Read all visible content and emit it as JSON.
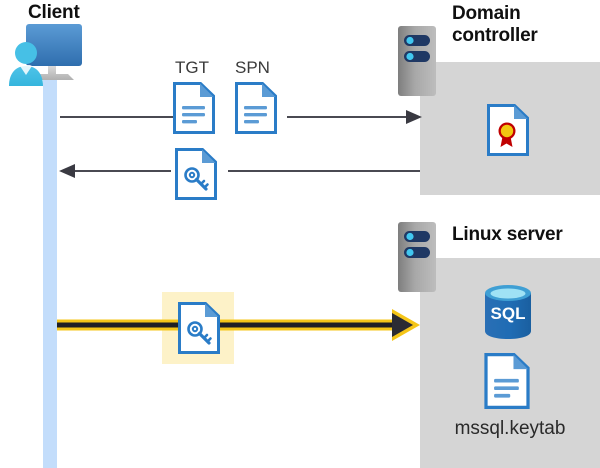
{
  "diagram": {
    "type": "kerberos-authentication-flow",
    "title_client": "Client",
    "title_domain_controller": "Domain controller",
    "title_linux_server": "Linux server",
    "labels": {
      "tgt": "TGT",
      "spn": "SPN",
      "keytab_file": "mssql.keytab"
    },
    "icons": {
      "client": "user-with-monitor-icon",
      "server_rack": "server-rack-icon",
      "tgt_document": "document-icon",
      "spn_document": "document-icon",
      "ticket_document": "document-with-key-icon",
      "service_ticket_document": "document-with-key-icon",
      "certificate": "certificate-document-icon",
      "database": "sql-database-icon",
      "keytab": "document-icon"
    },
    "flows": [
      {
        "name": "request-ticket",
        "from": "client",
        "to": "domain-controller",
        "direction": "right",
        "style": "thin-dark",
        "carries": [
          "TGT",
          "SPN"
        ]
      },
      {
        "name": "return-service-ticket",
        "from": "domain-controller",
        "to": "client",
        "direction": "left",
        "style": "thin-dark",
        "carries": [
          "ticket"
        ]
      },
      {
        "name": "present-service-ticket",
        "from": "client",
        "to": "linux-server",
        "direction": "right",
        "style": "thick-highlighted-yellow",
        "carries": [
          "service-ticket"
        ]
      }
    ],
    "colors": {
      "lifeline": "#c3ddfb",
      "zone_background": "#d5d5d5",
      "highlight": "#fdf2c8",
      "accent_blue": "#2a7cc7",
      "doc_fold": "#5b9bd5",
      "arrow_dark": "#3a3a42",
      "arrow_yellow": "#f5c518",
      "server_body": "#9a9a9a",
      "server_slot": "#1f3864",
      "server_led": "#41c7f0",
      "sql_blue": "#1f6cb4",
      "seal_yellow": "#f2c811",
      "seal_red": "#c00000"
    }
  }
}
